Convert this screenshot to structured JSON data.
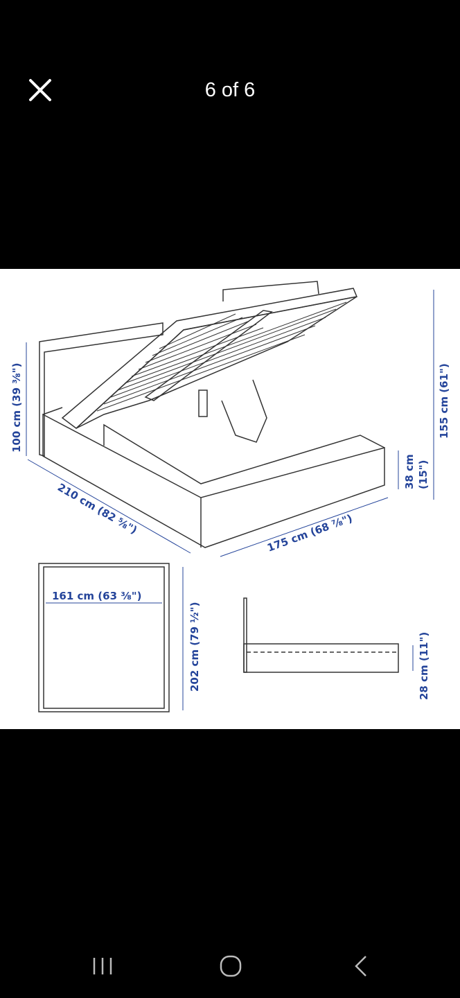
{
  "header": {
    "counter": "6 of 6",
    "close_icon": "close-icon"
  },
  "image": {
    "dimensions": {
      "headboard_height": "100 cm (39 ⅜\")",
      "total_height": "155 cm (61\")",
      "length": "210 cm (82 ⅝\")",
      "width": "175 cm (68 ⅞\")",
      "frame_height": "38 cm",
      "frame_height_in": "(15\")",
      "mattress_width": "161 cm (63 ⅜\")",
      "mattress_length": "202 cm (79 ½\")",
      "clearance": "28 cm (11\")"
    },
    "colors": {
      "dimension": "#24449a",
      "line": "#333333"
    }
  },
  "navbar": {
    "recents_icon": "recents-icon",
    "home_icon": "home-icon",
    "back_icon": "back-icon"
  }
}
